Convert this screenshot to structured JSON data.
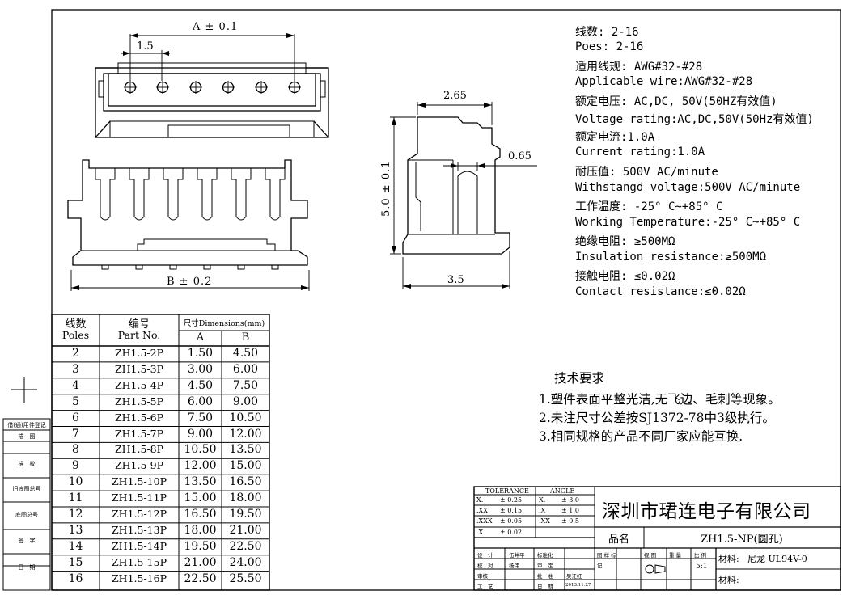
{
  "drawing": {
    "dims": {
      "a": "A ± 0.1",
      "pitch": "1.5",
      "b": "B ± 0.2",
      "width_top": "2.65",
      "pin": "0.65",
      "height": "5.0 ± 0.1",
      "width_bottom": "3.5"
    }
  },
  "specs": [
    "线数: 2-16",
    "Poes: 2-16",
    "适用线规: AWG#32-#28",
    "Applicable wire:AWG#32-#28",
    "额定电压: AC,DC, 50V(50HZ有效值)",
    "Voltage rating:AC,DC,50V(50Hz有效值)",
    "额定电流:1.0A",
    "Current rating:1.0A",
    "耐压值: 500V AC/minute",
    "Withstangd voltage:500V AC/minute",
    "工作温度: -25° C~+85° C",
    "Working Temperature:-25° C~+85° C",
    "绝缘电阻: ≥500MΩ",
    "Insulation resistance:≥500MΩ",
    "接触电阻: ≤0.02Ω",
    "Contact resistance:≤0.02Ω"
  ],
  "requirements": {
    "title": "技术要求",
    "items": [
      "1.塑件表面平整光洁,无飞边、毛刺等现象。",
      "2.未注尺寸公差按SJ1372-78中3级执行。",
      "3.相同规格的产品不同厂家应能互换."
    ]
  },
  "table": {
    "h_poles_cn": "线数",
    "h_poles_en": "Poles",
    "h_part_cn": "编号",
    "h_part_en": "Part No.",
    "h_dims": "尺寸Dimensions(mm)",
    "h_a": "A",
    "h_b": "B",
    "rows": [
      {
        "poles": "2",
        "part": "ZH1.5-2P",
        "a": "1.50",
        "b": "4.50"
      },
      {
        "poles": "3",
        "part": "ZH1.5-3P",
        "a": "3.00",
        "b": "6.00"
      },
      {
        "poles": "4",
        "part": "ZH1.5-4P",
        "a": "4.50",
        "b": "7.50"
      },
      {
        "poles": "5",
        "part": "ZH1.5-5P",
        "a": "6.00",
        "b": "9.00"
      },
      {
        "poles": "6",
        "part": "ZH1.5-6P",
        "a": "7.50",
        "b": "10.50"
      },
      {
        "poles": "7",
        "part": "ZH1.5-7P",
        "a": "9.00",
        "b": "12.00"
      },
      {
        "poles": "8",
        "part": "ZH1.5-8P",
        "a": "10.50",
        "b": "13.50"
      },
      {
        "poles": "9",
        "part": "ZH1.5-9P",
        "a": "12.00",
        "b": "15.00"
      },
      {
        "poles": "10",
        "part": "ZH1.5-10P",
        "a": "13.50",
        "b": "16.50"
      },
      {
        "poles": "11",
        "part": "ZH1.5-11P",
        "a": "15.00",
        "b": "18.00"
      },
      {
        "poles": "12",
        "part": "ZH1.5-12P",
        "a": "16.50",
        "b": "19.50"
      },
      {
        "poles": "13",
        "part": "ZH1.5-13P",
        "a": "18.00",
        "b": "21.00"
      },
      {
        "poles": "14",
        "part": "ZH1.5-14P",
        "a": "19.50",
        "b": "22.50"
      },
      {
        "poles": "15",
        "part": "ZH1.5-15P",
        "a": "21.00",
        "b": "24.00"
      },
      {
        "poles": "16",
        "part": "ZH1.5-16P",
        "a": "22.50",
        "b": "25.50"
      }
    ]
  },
  "side_labels": [
    "借(通)用件登记",
    "描　图",
    "描　校",
    "旧底图总号",
    "底图总号",
    "签　字",
    "日　期"
  ],
  "title_block": {
    "tolerance": "TOLERANCE",
    "angle": "ANGLE",
    "tol_rows": [
      {
        "k": "X.",
        "v": "± 0.25",
        "ak": "X.",
        "av": "± 3.0"
      },
      {
        "k": ".XX",
        "v": "± 0.15",
        "ak": ".X",
        "av": "± 1.0"
      },
      {
        "k": ".XXX",
        "v": "± 0.05",
        "ak": ".XX",
        "av": "± 0.5"
      },
      {
        "k": ".X",
        "v": "± 0.02",
        "ak": "",
        "av": ""
      }
    ],
    "company": "深圳市珺连电子有限公司",
    "product_label": "品名",
    "product_name": "ZH1.5-NP(圆孔)",
    "design": "设　计",
    "designer": "伍井平",
    "standardize": "标准化",
    "check": "校　对",
    "checker": "杨伟",
    "review": "审　定",
    "audit": "审核",
    "approve": "批　准",
    "approver": "吴江红",
    "craft": "工　艺",
    "date_label": "日　期",
    "date": "2013.11.27",
    "stage": "图 样 标",
    "mark": "记",
    "view": "视 图",
    "weight": "重 量",
    "scale_label": "比 例",
    "scale": "5:1",
    "material_label": "材料:",
    "material": "尼龙 UL94V-0",
    "material2_label": "材料:"
  }
}
